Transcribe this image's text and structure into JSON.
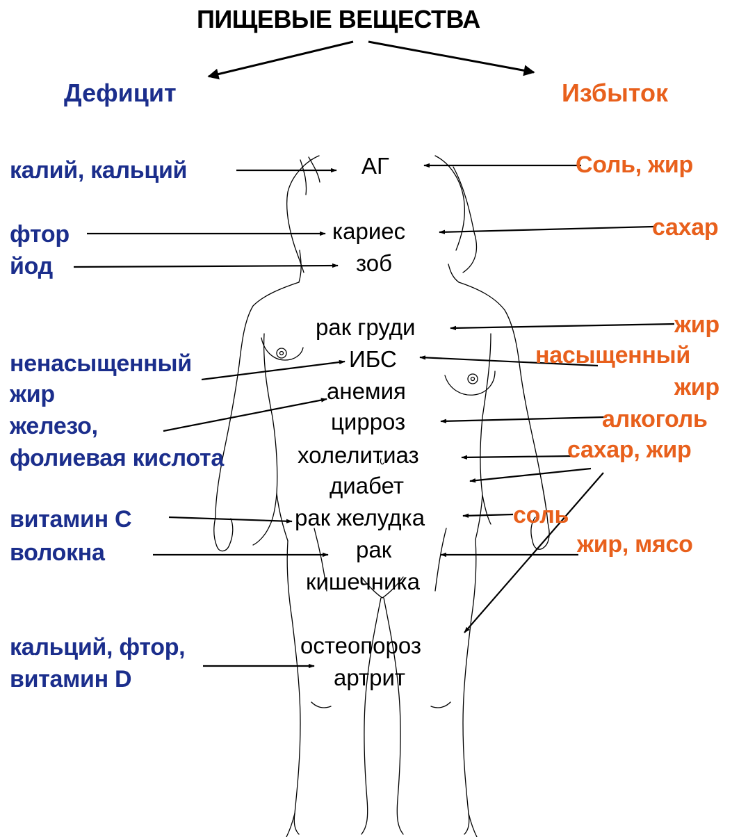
{
  "title": "ПИЩЕВЫЕ ВЕЩЕСТВА",
  "headers": {
    "deficit": "Дефицит",
    "excess": "Избыток"
  },
  "diseases": {
    "ag": "АГ",
    "caries": "кариес",
    "goiter": "зоб",
    "breast_cancer": "рак груди",
    "ibs": "ИБС",
    "anemia": "анемия",
    "cirrhosis": "цирроз",
    "cholelithiasis": "холелитиаз",
    "diabetes": "диабет",
    "stomach_cancer": "рак желудка",
    "colon_cancer_1": "рак",
    "colon_cancer_2": "кишечника",
    "osteoporosis": "остеопороз",
    "arthritis": "артрит"
  },
  "deficit_items": {
    "potassium_calcium": "калий, кальций",
    "fluorine": "фтор",
    "iodine": "йод",
    "unsat_fat_1": "ненасыщенный",
    "unsat_fat_2": "жир",
    "iron_1": "железо,",
    "iron_2": "фолиевая кислота",
    "vitamin_c": "витамин С",
    "fiber": "волокна",
    "calcium_fluorine_1": "кальций, фтор,",
    "calcium_fluorine_2": "витамин D"
  },
  "excess_items": {
    "salt_fat": "Соль, жир",
    "sugar": "сахар",
    "fat": "жир",
    "sat_fat_1": "насыщенный",
    "sat_fat_2": "жир",
    "alcohol": "алкоголь",
    "sugar_fat": "сахар, жир",
    "salt": "соль",
    "fat_meat": "жир, мясо"
  },
  "colors": {
    "deficit": "#1b2e8c",
    "excess": "#e8601c",
    "disease": "#000000",
    "lines": "#000000"
  }
}
